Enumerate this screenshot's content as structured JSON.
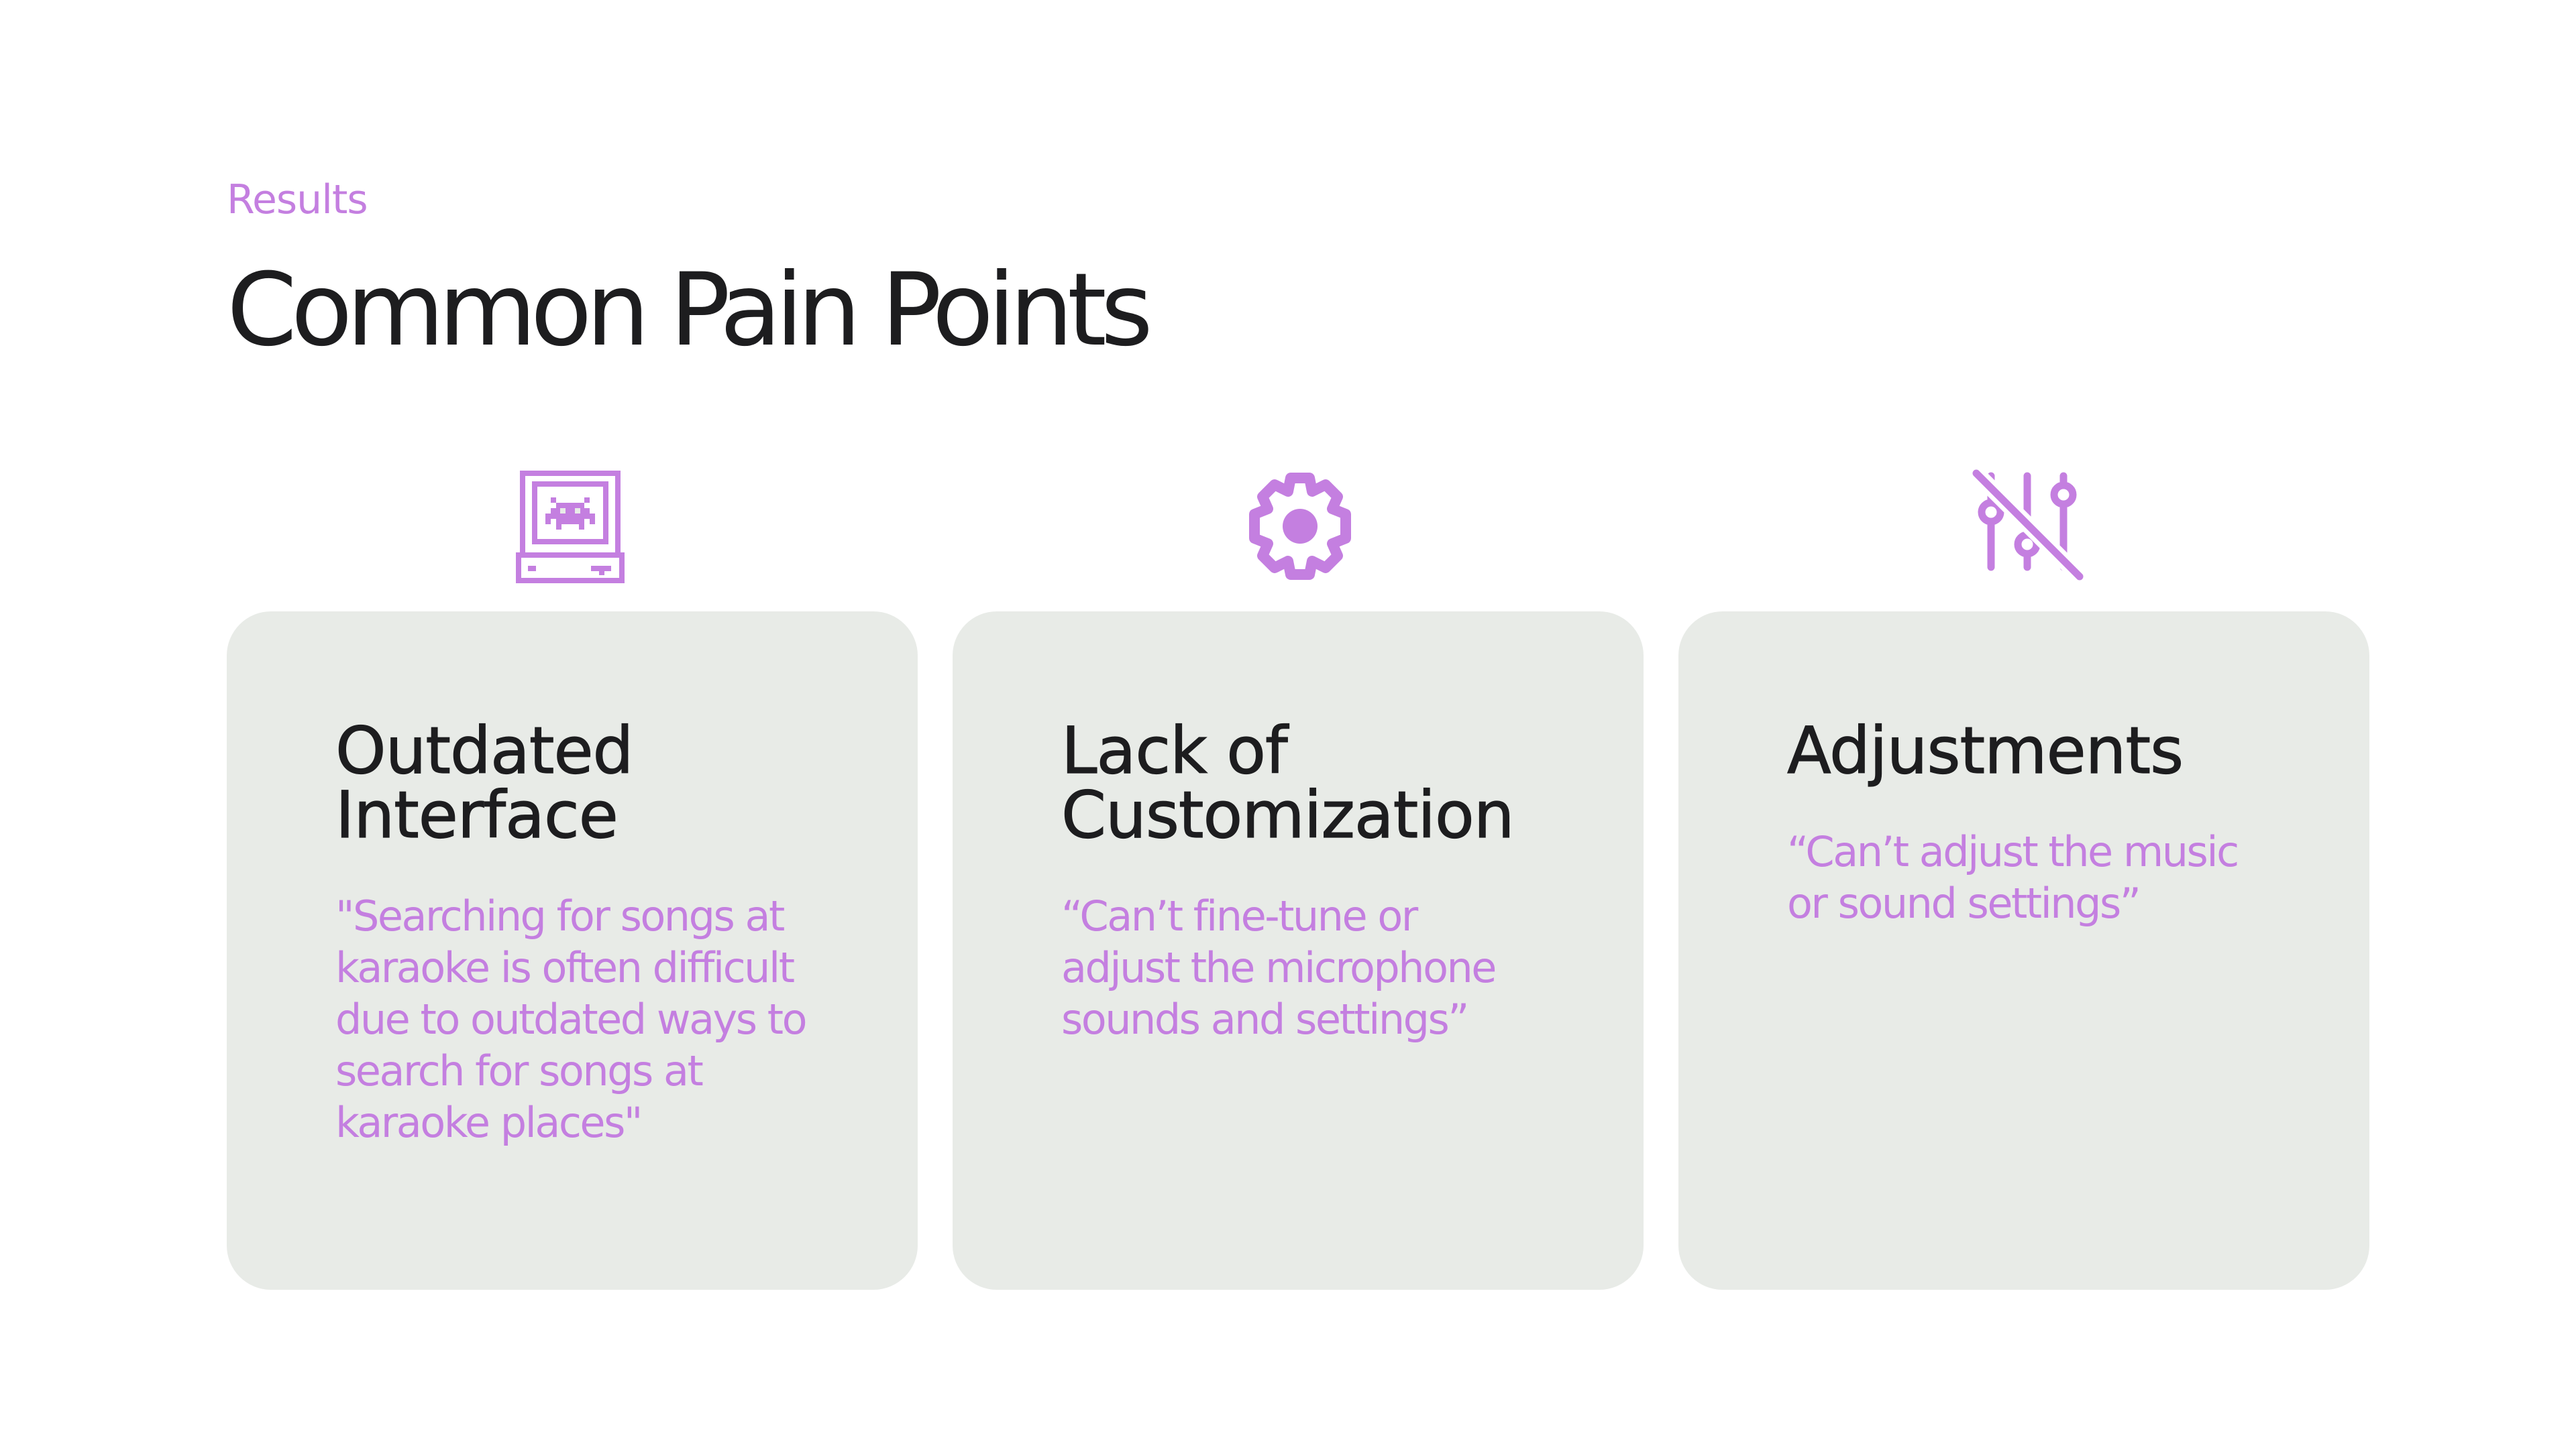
{
  "slide": {
    "eyebrow": "Results",
    "title": "Common Pain Points"
  },
  "accent_color": "#c47fe0",
  "card_background": "#e8ebe7",
  "cards": [
    {
      "icon": "retro-computer-icon",
      "title_line1": "Outdated",
      "title_line2": "Interface",
      "quote": "\"Searching for songs at karaoke is often difficult due to outdated ways to search for songs at karaoke places\""
    },
    {
      "icon": "gear-icon",
      "title_line1": "Lack of",
      "title_line2": "Customization",
      "quote": "“Can’t fine-tune or adjust the microphone sounds and settings”"
    },
    {
      "icon": "sliders-off-icon",
      "title_line1": "Adjustments",
      "title_line2": "",
      "quote": "“Can’t adjust the music or sound settings”"
    }
  ]
}
